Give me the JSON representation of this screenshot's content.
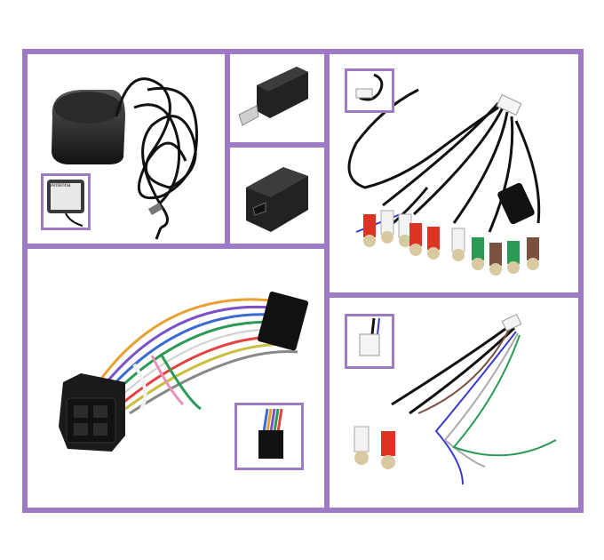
{
  "image": {
    "background": "#ffffff",
    "frame_color": "#9c7ac4",
    "panels": [
      {
        "id": "gps-antenna",
        "inset_text": "Antenna"
      },
      {
        "id": "usb-adapter"
      },
      {
        "id": "hdmi-adapter"
      },
      {
        "id": "rca-harness"
      },
      {
        "id": "iso-power-harness"
      },
      {
        "id": "rca-input-cable"
      }
    ]
  }
}
